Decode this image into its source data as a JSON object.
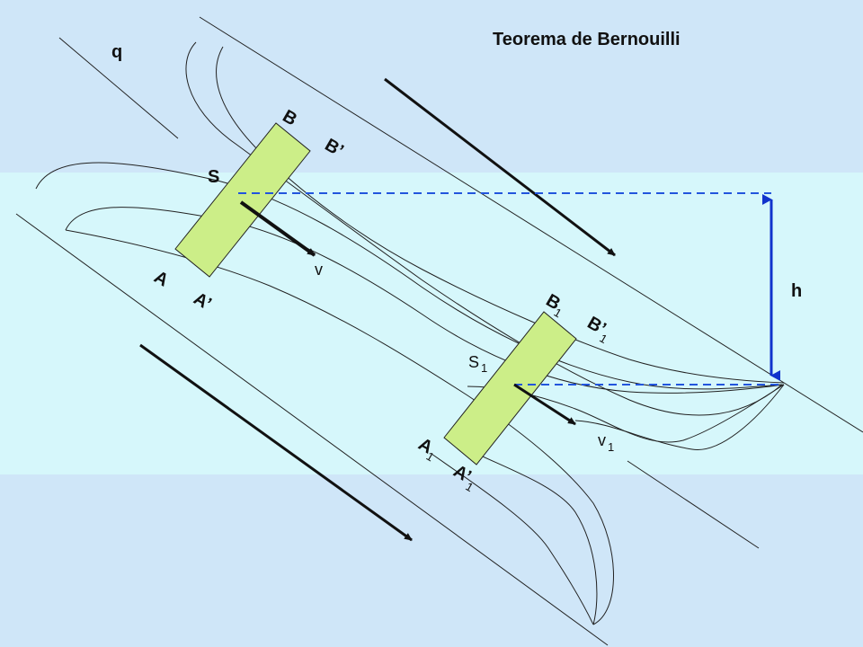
{
  "title": "Teorema de Bernouilli",
  "labels": {
    "q": "q",
    "S": "S",
    "B": "B",
    "B_prime": "B’",
    "A": "A",
    "A_prime": "A’",
    "v": "v",
    "h": "h",
    "S1": "S",
    "S1_sub": "1",
    "B1": "B",
    "B1_sub": "1",
    "B1_prime": "B’",
    "B1_prime_sub": "1",
    "A1": "A",
    "A1_sub": "1",
    "A1_prime": "A’",
    "A1_prime_sub": "1",
    "v1": "v",
    "v1_sub": "1"
  },
  "colors": {
    "band_outer": "#cfe6f8",
    "band_middle": "#d6f7fb",
    "tube_section": "#ccee88",
    "dashed_line": "#2255dd",
    "height_arrow": "#1133cc",
    "text": "#111111"
  }
}
